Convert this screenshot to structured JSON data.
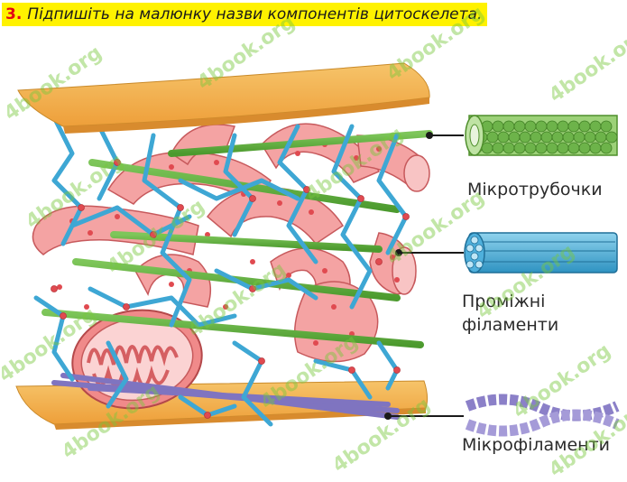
{
  "task": {
    "number": "3.",
    "text": "Підпишіть на малюнку назви компонентів цитоскелета."
  },
  "labels": {
    "microtubules": "Мікротрубочки",
    "intermediate_line1": "Проміжні",
    "intermediate_line2": "філаменти",
    "microfilaments": "Мікрофіламенти"
  },
  "watermark": "4book.org",
  "colors": {
    "plate": "#f2b04c",
    "intermediate_filament": "#56b8dc",
    "microtubule": "#5fae3e",
    "organelle": "#f08a8a",
    "microfilament": "#8b80c8",
    "task_highlight": "#fff200",
    "task_number": "#e30613"
  }
}
